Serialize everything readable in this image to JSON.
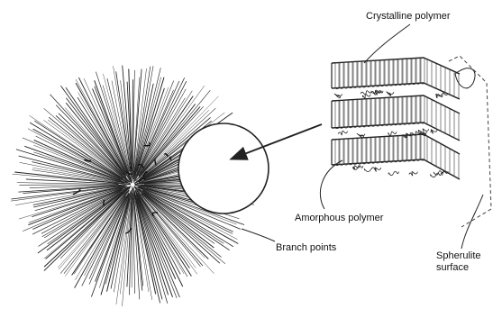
{
  "labels": {
    "crystalline": "Crystalline polymer",
    "amorphous": "Amorphous polymer",
    "branch_points": "Branch points",
    "spherulite_line1": "Spherulite",
    "spherulite_line2": "surface"
  },
  "colors": {
    "ink": "#222222",
    "background": "#ffffff"
  }
}
